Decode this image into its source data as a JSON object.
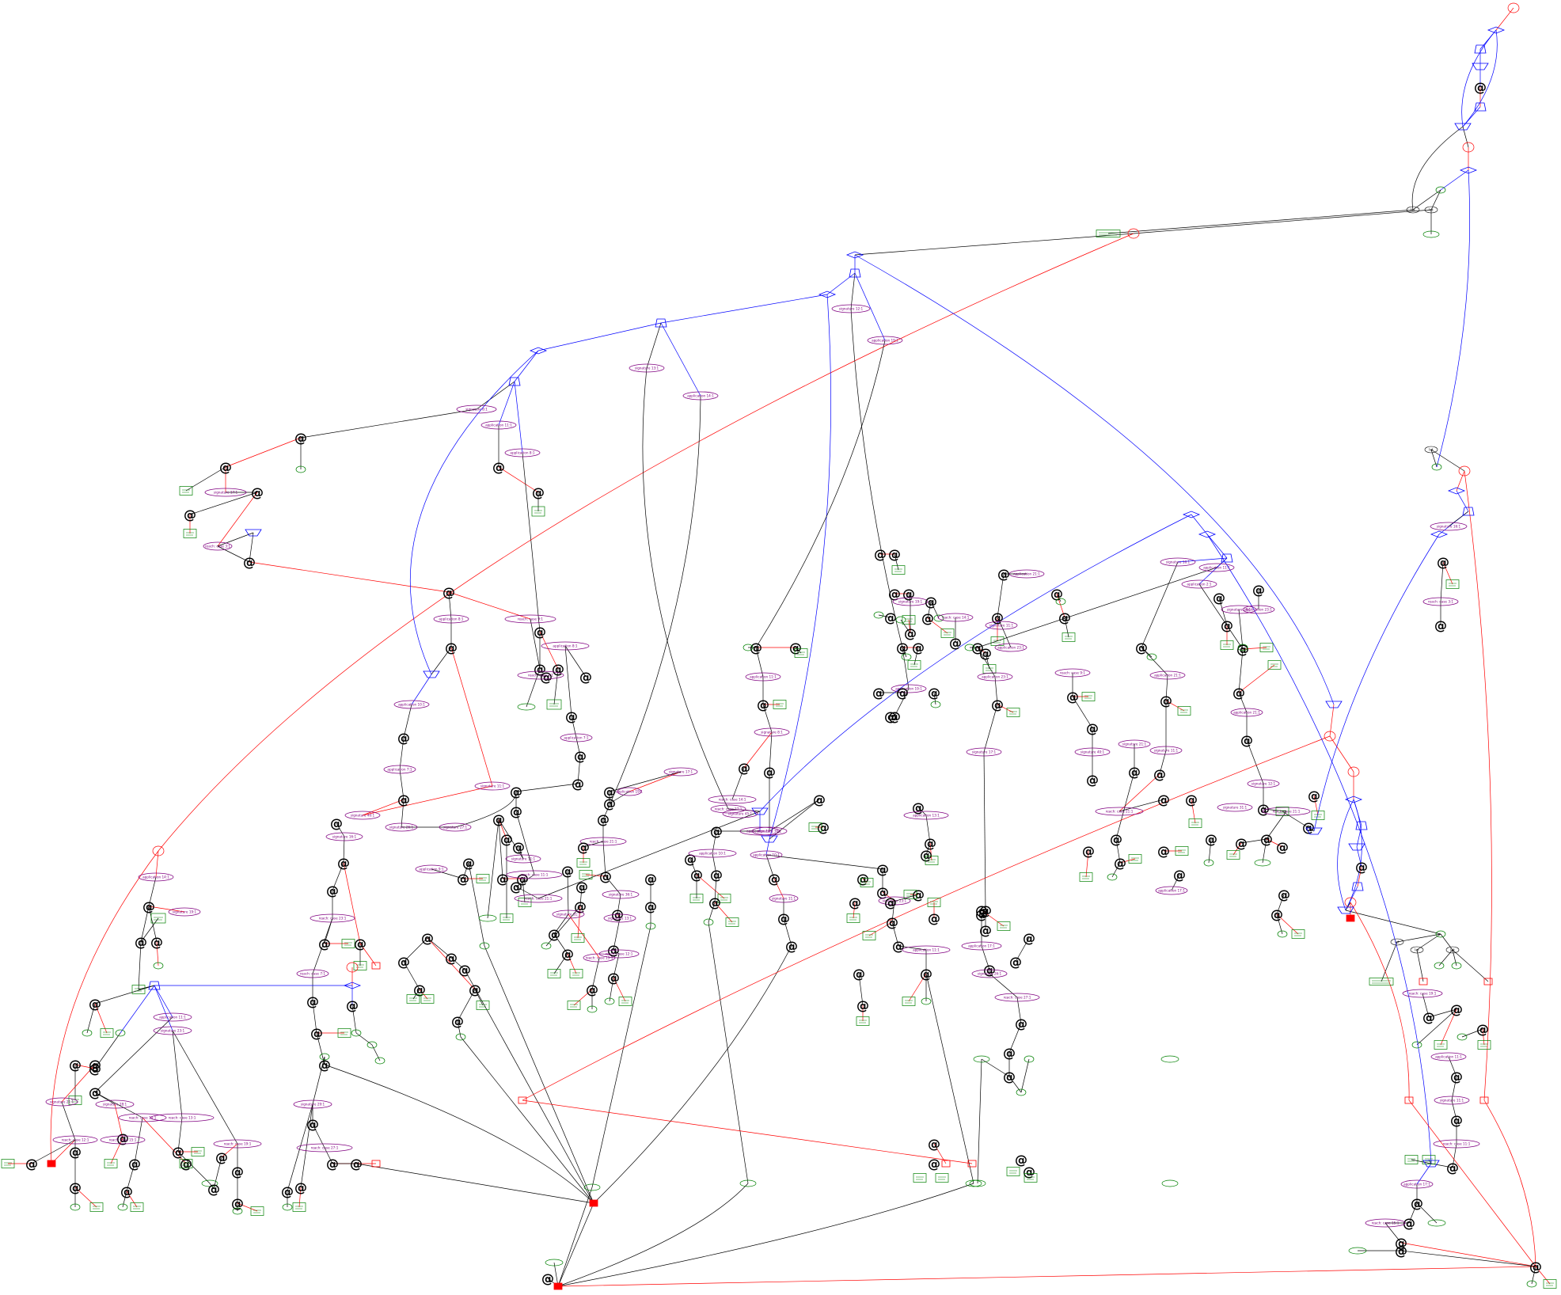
{
  "colors": {
    "black": "#000000",
    "red": "#ff0000",
    "blue": "#0000ff",
    "green": "#008000",
    "purple": "#800080",
    "gray": "#666666"
  },
  "symbols": {
    "apply": "@",
    "let": "let",
    "box": "box",
    "lambda": "λ"
  },
  "labels": {
    "n1": "application 11:1",
    "n2": "application 14:1",
    "n3": "application 19:1",
    "n4": "application 17:1",
    "n5": "application 23:1",
    "n6": "application 8:1",
    "n7": "application 21:1",
    "n8": "application 11:1",
    "n9": "application 13:1",
    "n10": "application 2:1",
    "n11": "application 7:1",
    "n12": "application 9:1",
    "n13": "application 10:1",
    "n14": "application 17:1",
    "n15": "application 20:1",
    "n16": "application 19:1",
    "n17": "application 21:1",
    "n18": "application 11:1",
    "n19": "reach: case 14:1",
    "n20": "reach: case 21:1",
    "n21": "reach: case 11:1",
    "n22": "reach: case 3:1",
    "n23": "reach: case 9:1",
    "n24": "reach: case 12:1",
    "n25": "reach: case 15:1",
    "n26": "reach: case 19:1",
    "n27": "reach: case 23:1",
    "n28": "reach: case 27:1",
    "n29": "reach: case 13:1",
    "n30": "reach: case 7:1",
    "v1": "signature 12:1",
    "v2": "signature 13:1",
    "v3": "signature 19:1",
    "v4": "signature 11:1",
    "v5": "signature 16:1",
    "v6": "signature 21:1",
    "v7": "signature 8:1",
    "v8": "signature 40:1",
    "v9": "signature 17:1",
    "v10": "signature 23:1",
    "v11": "signature 26:1",
    "v12": "signature 27:1",
    "v13": "signature 28:1",
    "v14": "signature 29:1",
    "v15": "signature 31:1",
    "v16": "signature 36:1",
    "v17": "signature 45:1",
    "v18": "signature 11:1"
  }
}
